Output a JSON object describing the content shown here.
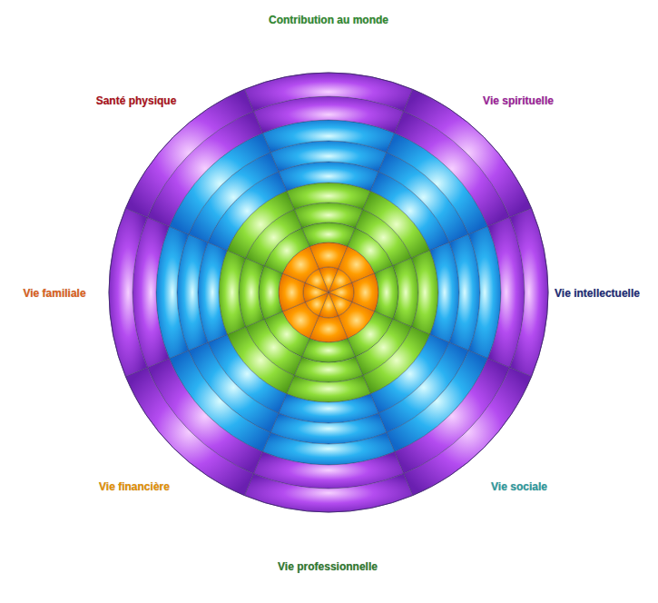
{
  "diagram": {
    "labels": [
      "Contribution au monde",
      "Santé physique",
      "Vie spirituelle",
      "Vie familiale",
      "Vie intellectuelle",
      "Vie financière",
      "Vie sociale",
      "Vie professionnelle"
    ]
  }
}
